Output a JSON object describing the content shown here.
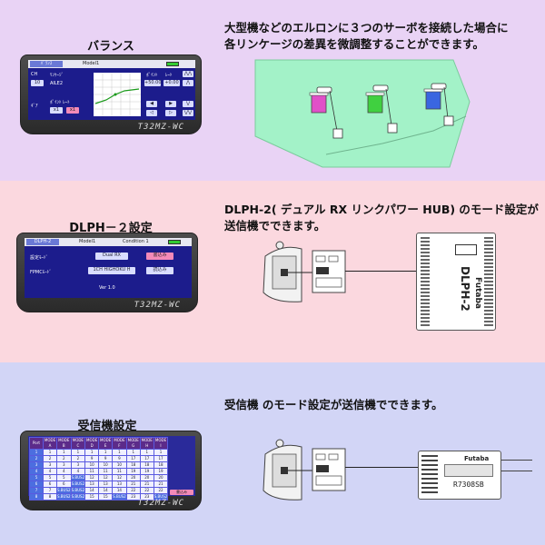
{
  "colors": {
    "band1": "#e9d3f5",
    "band2": "#fbd8df",
    "band3": "#d2d5f6",
    "wing": "#9ff0c0",
    "servo_pink": "#e050c8",
    "servo_green": "#40d040",
    "servo_blue": "#3a66e0"
  },
  "section1": {
    "title": "バランス",
    "desc_line1": "大型機などのエルロンに３つのサーボを接続した場合に",
    "desc_line2": "各リンケージの差異を微調整することができます。",
    "screen": {
      "tab": "ﾊﾞﾗﾝｽ",
      "model": "Model1",
      "ch": "CH",
      "linkage": "ﾘﾝｹｰｼﾞ",
      "ch_value": "10",
      "aile": "AILE2",
      "point": "ﾎﾟｲﾝﾄ",
      "rate": "ﾚｰﾄ",
      "btn_left": "+50.00",
      "btn_right": "+0.00",
      "gear": "ｷﾞｱ",
      "mode": "ﾓｰﾄﾞ",
      "mode_value": "x1",
      "lower": "ﾎﾟｲﾝﾄ  ﾚｰﾄ",
      "logo": "T32MZ-WC"
    }
  },
  "section2": {
    "title": "DLPH－２設定",
    "desc_line1": "DLPH-2( デュアル RX リンクパワー HUB) のモード設定が",
    "desc_line2": "送信機でできます。",
    "screen": {
      "tab": "DLPH-2",
      "model": "Model1",
      "condition": "Condition 1",
      "row1_label": "設定ﾓｰﾄﾞ",
      "row1_btn": "Dual RX",
      "row1_action": "書込み",
      "row2_label": "FPMCﾓｰﾄﾞ",
      "row2_btn": "1CH HIGHOKU H",
      "row2_action": "読込み",
      "ver": "Ver 1.0",
      "logo": "T32MZ-WC"
    },
    "hub_brand": "Futaba",
    "hub_model": "DLPH-2"
  },
  "section3": {
    "title": "受信機設定",
    "desc_line1": "受信機 のモード設定が送信機でできます。",
    "screen": {
      "headers": [
        "Port",
        "MODE A",
        "MODE B",
        "MODE C",
        "MODE D",
        "MODE E",
        "MODE F",
        "MODE G",
        "MODE H",
        "MODE I"
      ],
      "rows": [
        [
          "1",
          "1",
          "1",
          "1",
          "1",
          "1",
          "1",
          "1",
          "1",
          "1"
        ],
        [
          "2",
          "2",
          "2",
          "2",
          "9",
          "9",
          "9",
          "17",
          "17",
          "17"
        ],
        [
          "3",
          "3",
          "3",
          "3",
          "10",
          "10",
          "10",
          "18",
          "18",
          "18"
        ],
        [
          "4",
          "4",
          "4",
          "4",
          "11",
          "11",
          "11",
          "19",
          "19",
          "19"
        ],
        [
          "5",
          "5",
          "5",
          "S.BUS2",
          "12",
          "12",
          "12",
          "20",
          "20",
          "20"
        ],
        [
          "6",
          "6",
          "6",
          "S.BUS2",
          "13",
          "13",
          "13",
          "21",
          "21",
          "21"
        ],
        [
          "7",
          "7",
          "S.BUS2",
          "S.BUS2",
          "14",
          "14",
          "14",
          "22",
          "22",
          "22"
        ],
        [
          "8",
          "8",
          "S.BUS2",
          "S.BUS2",
          "15",
          "15",
          "S.BUS2",
          "23",
          "23",
          "S.BUS2"
        ]
      ],
      "footer": "書込み",
      "logo": "T32MZ-WC"
    },
    "rx_brand": "Futaba",
    "rx_model": "R7308SB"
  }
}
